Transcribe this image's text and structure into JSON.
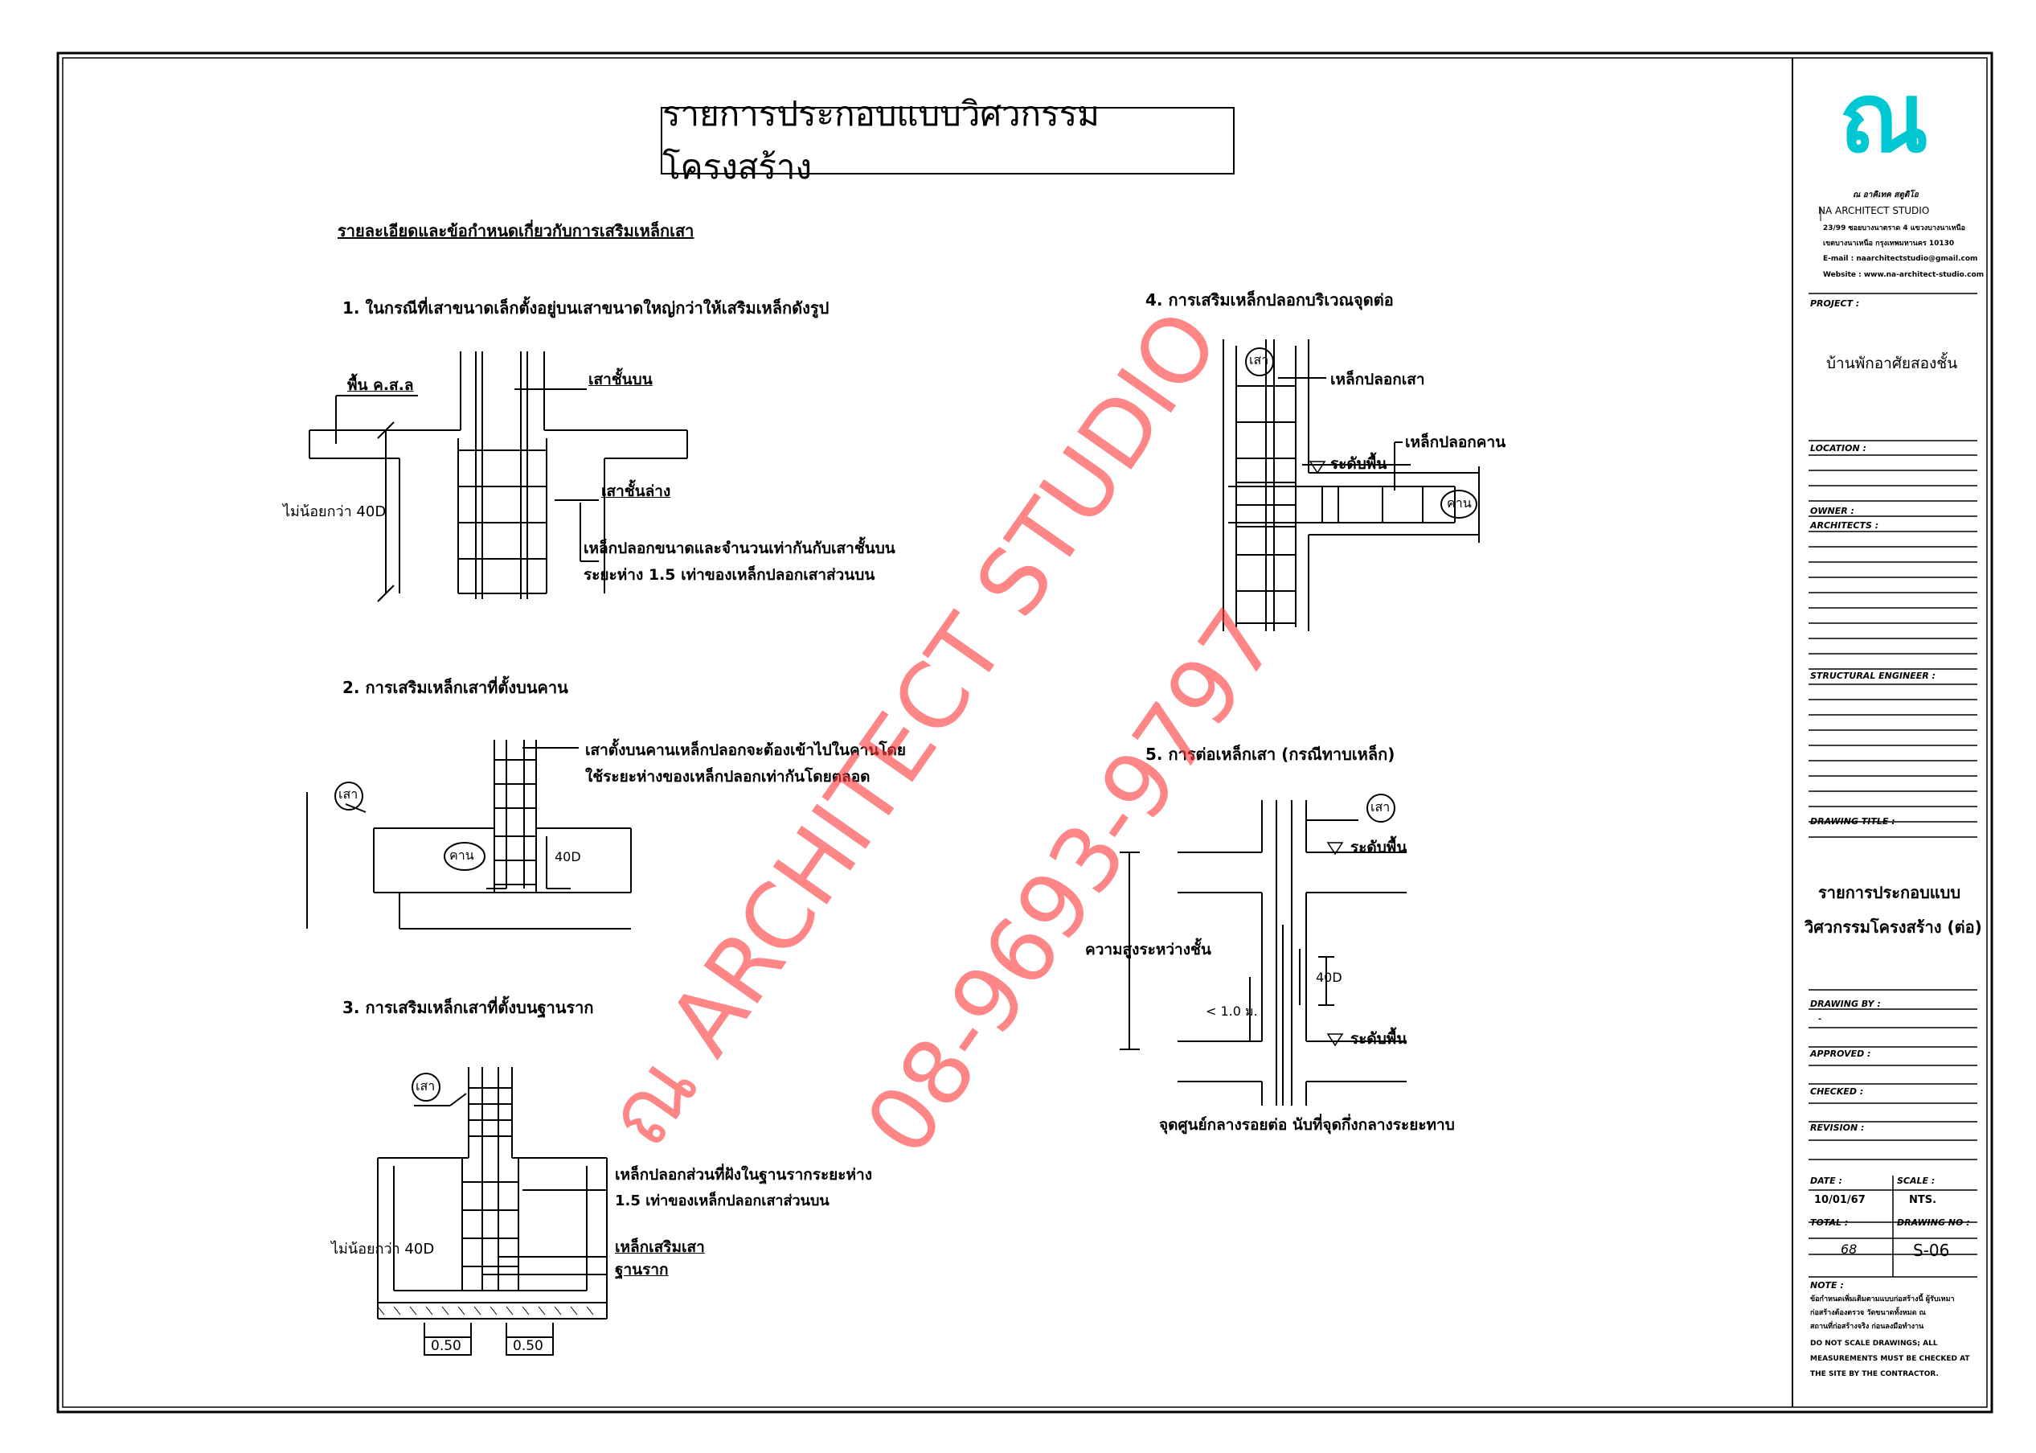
{
  "sheet": {
    "title": "รายการประกอบแบบวิศวกรรมโครงสร้าง",
    "section_heading": "รายละเอียดและข้อกำหนดเกี่ยวกับการเสริมเหล็กเสา"
  },
  "details": {
    "d1": {
      "caption": "1.  ในกรณีที่เสาขนาดเล็กตั้งอยู่บนเสาขนาดใหญ่กว่าให้เสริมเหล็กดังรูป",
      "slab": "พื้น ค.ส.ล",
      "upper_col": "เสาชั้นบน",
      "lower_col": "เสาชั้นล่าง",
      "min_len": "ไม่น้อยกว่า 40D",
      "note_line1": "เหล็กปลอกขนาดและจำนวนเท่ากันกับเสาชั้นบน",
      "note_line2": "ระยะห่าง 1.5  เท่าของเหล็กปลอกเสาส่วนบน"
    },
    "d2": {
      "caption": "2.  การเสริมเหล็กเสาที่ตั้งบนคาน",
      "column_tag": "เสา",
      "beam_tag": "คาน",
      "dim": "40D",
      "note_line1": "เสาตั้งบนคานเหล็กปลอกจะต้องเข้าไปในคานโดย",
      "note_line2": "ใช้ระยะห่างของเหล็กปลอกเท่ากันโดยตลอด"
    },
    "d3": {
      "caption": "3.  การเสริมเหล็กเสาที่ตั้งบนฐานราก",
      "column_tag": "เสา",
      "note_line1": "เหล็กปลอกส่วนที่ฝังในฐานรากระยะห่าง",
      "note_line2": "1.5  เท่าของเหล็กปลอกเสาส่วนบน",
      "min_len": "ไม่น้อยกว่า 40D",
      "rebar": "เหล็กเสริมเสา",
      "footing": "ฐานราก",
      "dim_left": "0.50",
      "dim_right": "0.50"
    },
    "d4": {
      "caption": "4.  การเสริมเหล็กปลอกบริเวณจุดต่อ",
      "column_tag": "เสา",
      "col_stirrup": "เหล็กปลอกเสา",
      "beam_stirrup": "เหล็กปลอกคาน",
      "floor_level": "ระดับพื้น",
      "beam_tag": "คาน"
    },
    "d5": {
      "caption": "5.  การต่อเหล็กเสา (กรณีทาบเหล็ก)",
      "column_tag": "เสา",
      "floor_level_top": "ระดับพื้น",
      "floor_level_bottom": "ระดับพื้น",
      "storey_height": "ความสูงระหว่างชั้น",
      "dim_40d": "40D",
      "dim_1m": "< 1.0  ม.",
      "note": "จุดศูนย์กลางรอยต่อ  นับที่จุดกึ่งกลางระยะทาบ"
    }
  },
  "title_block": {
    "logo_glyph": "ณ",
    "studio_thai": "ณ อาคิเทค สตูดิโอ",
    "studio_name": "NA ARCHITECT STUDIO",
    "address1": "23/99  ซอยบางนาตราด 4  แขวงบางนาเหนือ",
    "address2": "เขตบางนาเหนือ  กรุงเทพมหานคร  10130",
    "email": "E-mail :  naarchitectstudio@gmail.com",
    "website": "Website :  www.na-architect-studio.com",
    "project_label": "PROJECT  :",
    "project_value": "บ้านพักอาศัยสองชั้น",
    "location_label": "LOCATION  :",
    "owner_label": "OWNER  :",
    "architects_label": "ARCHITECTS  :",
    "structural_label": "STRUCTURAL  ENGINEER  :",
    "drawing_title_label": "DRAWING  TITLE  :",
    "drawing_title_line1": "รายการประกอบแบบ",
    "drawing_title_line2": "วิศวกรรมโครงสร้าง (ต่อ)",
    "drawn_by_label": "DRAWING  BY  :",
    "drawn_by_value": "-",
    "approved_label": "APPROVED  :",
    "checked_label": "CHECKED  :",
    "revision_label": "REVISION  :",
    "date_label": "DATE  :",
    "date_value": "10/01/67",
    "scale_label": "SCALE  :",
    "scale_value": "NTS.",
    "total_label": "TOTAL  :",
    "total_value": "68",
    "drawing_no_label": "DRAWING  NO  :",
    "drawing_no_value": "S-06",
    "note_label": "NOTE  :",
    "note_th1": "ข้อกำหนดเพิ่มเติมตามแบบก่อสร้างนี้ ผู้รับเหมา",
    "note_th2": "ก่อสร้างต้องตรวจ วัดขนาดทั้งหมด ณ",
    "note_th3": "สถานที่ก่อสร้างจริง ก่อนลงมือทำงาน",
    "note_en1": "DO NOT SCALE DRAWINGS; ALL",
    "note_en2": "MEASUREMENTS MUST BE CHECKED AT",
    "note_en3": "THE SITE BY THE CONTRACTOR."
  },
  "watermark": {
    "line1": "ณ ARCHITECT STUDIO",
    "line2": "08-9693-9797"
  },
  "colors": {
    "logo": "#00c8d2",
    "watermark": "#ff3c3c",
    "line": "#000000"
  }
}
